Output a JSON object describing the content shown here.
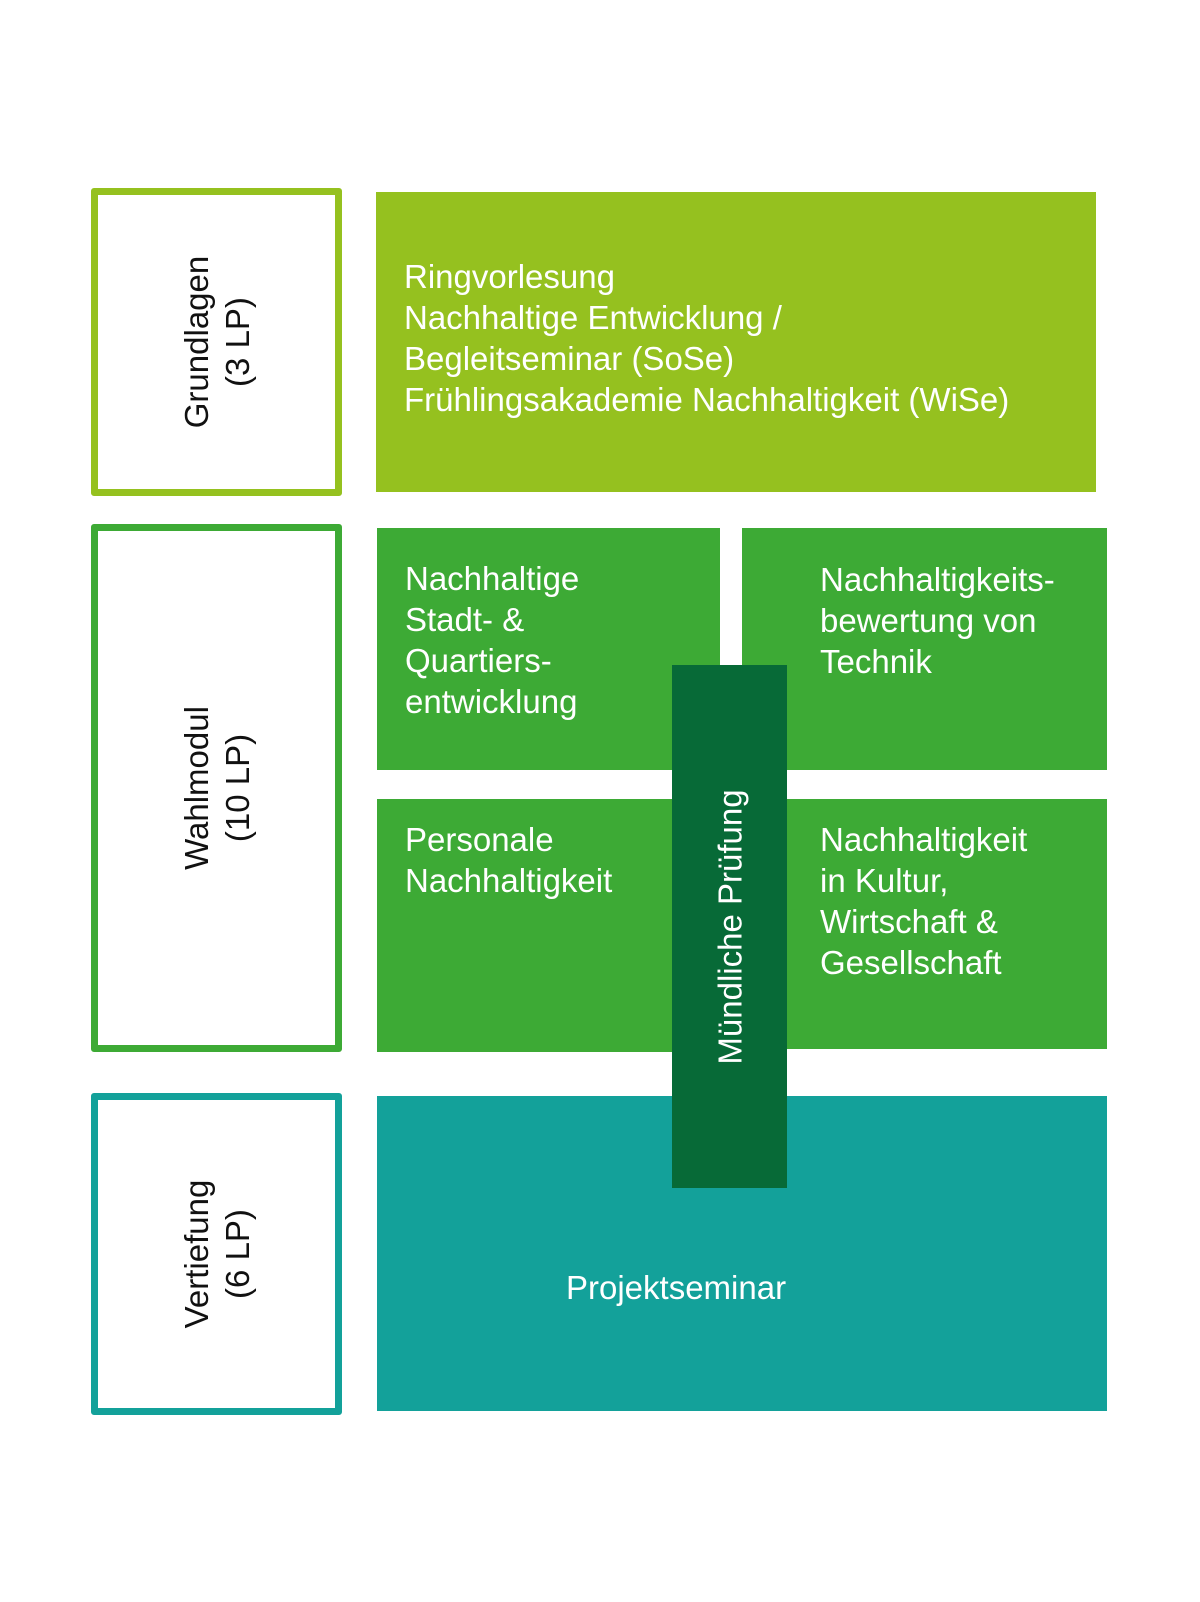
{
  "colors": {
    "grundlagen": "#95c11f",
    "wahlmodul": "#3daa35",
    "vertiefung": "#13a19a",
    "pruefung": "#076a37"
  },
  "levels": {
    "grundlagen": {
      "title": "Grundlagen",
      "credits": "(3 LP)"
    },
    "wahlmodul": {
      "title": "Wahlmodul",
      "credits": "(10 LP)"
    },
    "vertiefung": {
      "title": "Vertiefung",
      "credits": "(6 LP)"
    }
  },
  "grundlagen_block": {
    "lines": [
      "Ringvorlesung",
      "Nachhaltige Entwicklung /",
      "Begleitseminar (SoSe)",
      "Frühlingsakademie Nachhaltigkeit (WiSe)"
    ]
  },
  "wahlmodul_blocks": [
    {
      "lines": [
        "Nachhaltige",
        "Stadt- &",
        "Quartiers-",
        "entwicklung"
      ]
    },
    {
      "lines": [
        "Nachhaltigkeits-",
        "bewertung von",
        "Technik"
      ]
    },
    {
      "lines": [
        "Personale",
        "Nachhaltigkeit"
      ]
    },
    {
      "lines": [
        "Nachhaltigkeit",
        "in Kultur,",
        "Wirtschaft &",
        "Gesellschaft"
      ]
    }
  ],
  "vertiefung_block": {
    "label": "Projektseminar"
  },
  "pruefung": {
    "label": "Mündliche Prüfung"
  }
}
